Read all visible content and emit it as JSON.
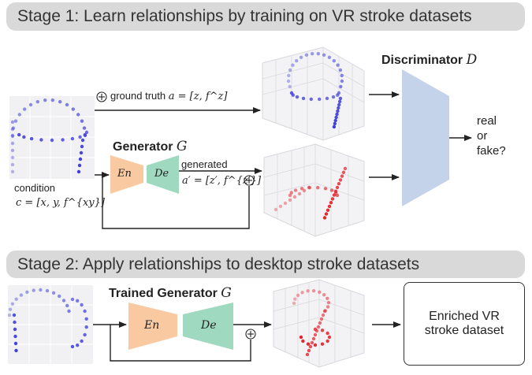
{
  "stage1": {
    "title": "Stage 1: Learn relationships by training on VR stroke datasets"
  },
  "stage2": {
    "title": "Stage 2: Apply relationships to desktop stroke datasets"
  },
  "ground_truth": {
    "label": "ground truth",
    "math": "a = [z, f^z]"
  },
  "condition": {
    "label": "condition",
    "math": "c = [x, y, f^{xy}]"
  },
  "generator": {
    "title": "Generator",
    "symbol": "G",
    "encoder": "En",
    "decoder": "De"
  },
  "generated": {
    "label": "generated",
    "math": "a′ = [z′, f^{z′}]"
  },
  "discriminator": {
    "title": "Discriminator",
    "symbol": "D",
    "fill": "#c5d3ea"
  },
  "output": {
    "lines": [
      "real",
      "or",
      "fake?"
    ]
  },
  "trained_generator": {
    "title": "Trained Generator",
    "symbol": "G",
    "encoder": "En",
    "decoder": "De"
  },
  "result": {
    "lines": [
      "Enriched VR",
      "stroke dataset"
    ]
  },
  "colors": {
    "encoder": "#f9c9a1",
    "decoder": "#9fd9c0",
    "blue": "#3b3bd8",
    "red": "#e0202a",
    "banner": "#d9d9d9"
  }
}
